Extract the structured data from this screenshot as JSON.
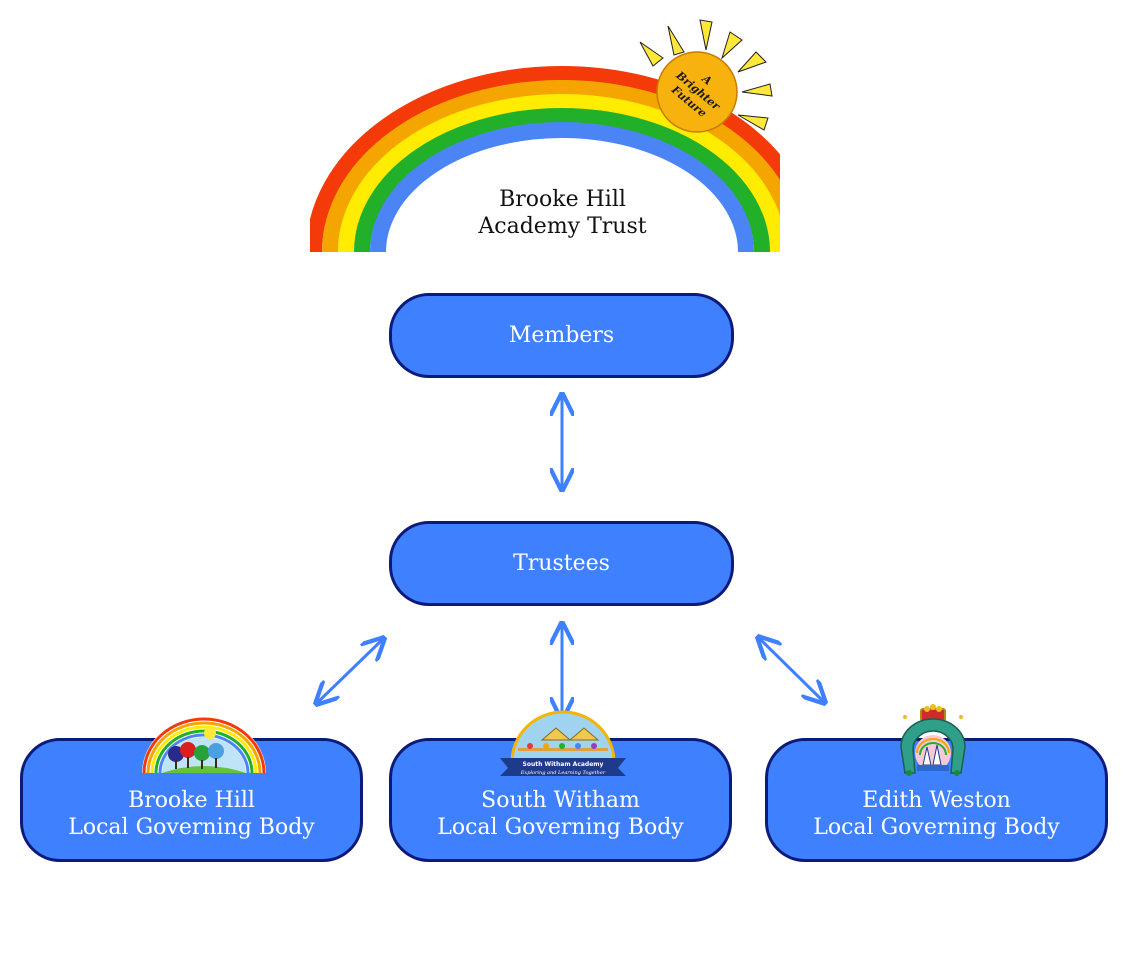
{
  "trust": {
    "line1": "Brooke Hill",
    "line2": "Academy Trust",
    "slogan": [
      "A",
      "Brighter",
      "Future"
    ]
  },
  "nodes": {
    "members": "Members",
    "trustees": "Trustees"
  },
  "local_governing_bodies": [
    {
      "school": "Brooke Hill",
      "body": "Local Governing Body"
    },
    {
      "school": "South Witham",
      "body": "Local Governing Body"
    },
    {
      "school": "Edith Weston",
      "body": "Local Governing Body"
    }
  ],
  "logos": {
    "south_witham_banner": "South Witham Academy",
    "south_witham_motto": "Exploring and Learning Together"
  },
  "icons": {
    "rainbow": "rainbow-icon",
    "sun": "sun-icon",
    "arrow": "double-headed-arrow-icon"
  },
  "colors": {
    "node_fill": "#3f80ff",
    "node_border": "#0c1a7a",
    "arrow": "#3f80ff",
    "rainbow": [
      "#f53a0a",
      "#f5a500",
      "#ffec00",
      "#22b02a",
      "#4b84f5"
    ],
    "sun": "#f7b20d"
  }
}
